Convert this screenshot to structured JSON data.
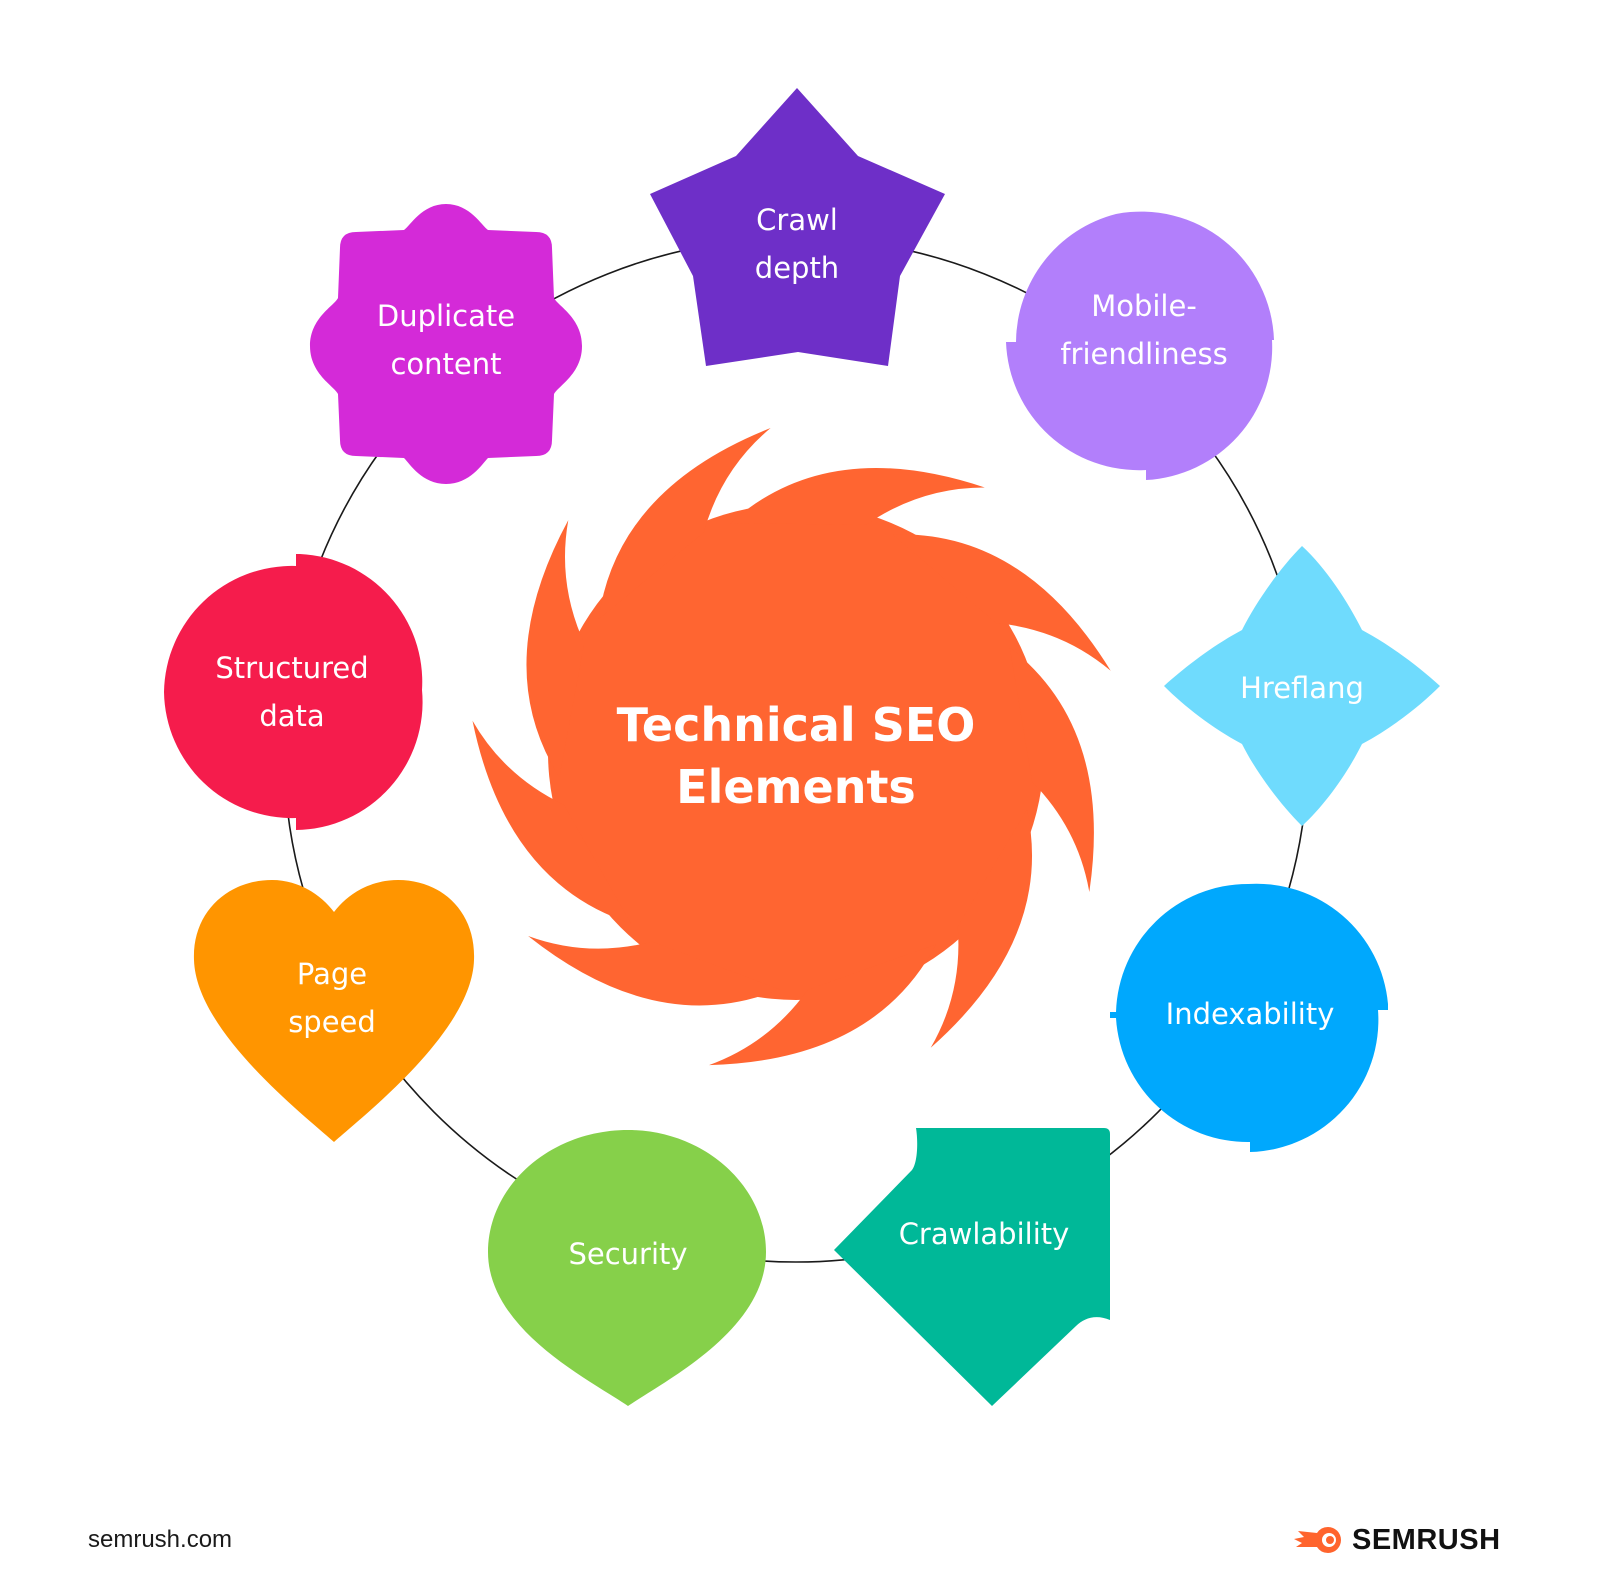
{
  "diagram": {
    "center": {
      "line1": "Technical  SEO",
      "line2": "Elements",
      "color": "#FF6531"
    },
    "ring_color": "#1a1a1a",
    "nodes": [
      {
        "id": "crawl-depth",
        "line1": "Crawl",
        "line2": "depth",
        "color": "#6E2FC8",
        "shape": "pentagon"
      },
      {
        "id": "mobile-friendliness",
        "line1": "Mobile-",
        "line2": "friendliness",
        "color": "#B27FFB",
        "shape": "notched-circle"
      },
      {
        "id": "hreflang",
        "line1": "Hreflang",
        "line2": "",
        "color": "#6FDBFD",
        "shape": "diamond-curved"
      },
      {
        "id": "indexability",
        "line1": "Indexability",
        "line2": "",
        "color": "#00A8FD",
        "shape": "notched-circle"
      },
      {
        "id": "crawlability",
        "line1": "Crawlability",
        "line2": "",
        "color": "#00B898",
        "shape": "house"
      },
      {
        "id": "security",
        "line1": "Security",
        "line2": "",
        "color": "#86D04A",
        "shape": "shield"
      },
      {
        "id": "page-speed",
        "line1": "Page",
        "line2": "speed",
        "color": "#FF9500",
        "shape": "heart"
      },
      {
        "id": "structured-data",
        "line1": "Structured",
        "line2": "data",
        "color": "#F51C4C",
        "shape": "notched-circle"
      },
      {
        "id": "duplicate-content",
        "line1": "Duplicate",
        "line2": "content",
        "color": "#D42AD8",
        "shape": "scalloped-square"
      }
    ]
  },
  "footer": {
    "url": "semrush.com",
    "brand": "SEMRUSH",
    "brand_icon": "semrush-flame-icon",
    "brand_icon_color": "#FF642D"
  }
}
